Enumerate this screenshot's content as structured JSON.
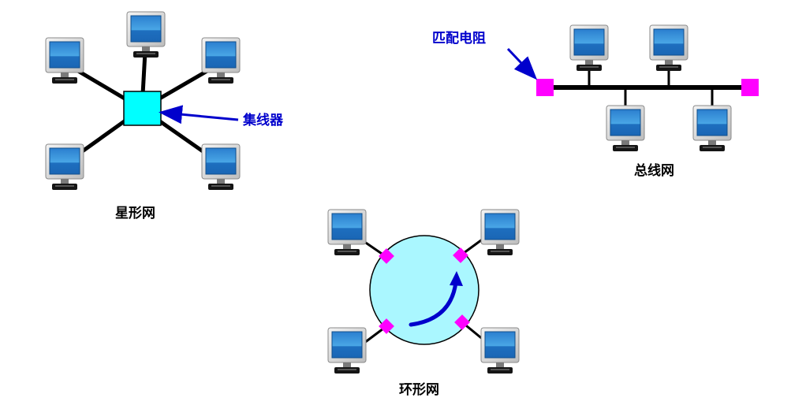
{
  "star": {
    "caption": "星形网",
    "hub_label": "集线器"
  },
  "bus": {
    "caption": "总线网",
    "terminator_label": "匹配电阻"
  },
  "ring": {
    "caption": "环形网"
  },
  "colors": {
    "hub_fill": "#00ffff",
    "terminator": "#ff00ff",
    "arrow": "#0000cc",
    "cable": "#000000",
    "ring_fill": "#aaf7ff",
    "screen": "#2f8fd6"
  },
  "icons": {
    "computer": "monitor-icon"
  }
}
